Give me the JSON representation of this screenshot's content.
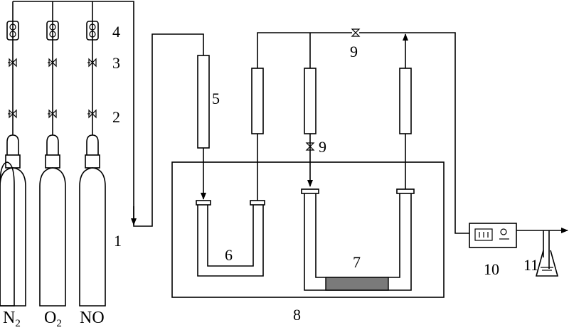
{
  "gases": [
    {
      "main": "N",
      "sub": "2"
    },
    {
      "main": "O",
      "sub": "2"
    },
    {
      "main": "NO",
      "sub": ""
    }
  ],
  "labels": {
    "n1": "1",
    "n2": "2",
    "n3": "3",
    "n4": "4",
    "n5": "5",
    "n6": "6",
    "n7": "7",
    "n8": "8",
    "n9a": "9",
    "n9b": "9",
    "n10": "10",
    "n11": "11"
  }
}
